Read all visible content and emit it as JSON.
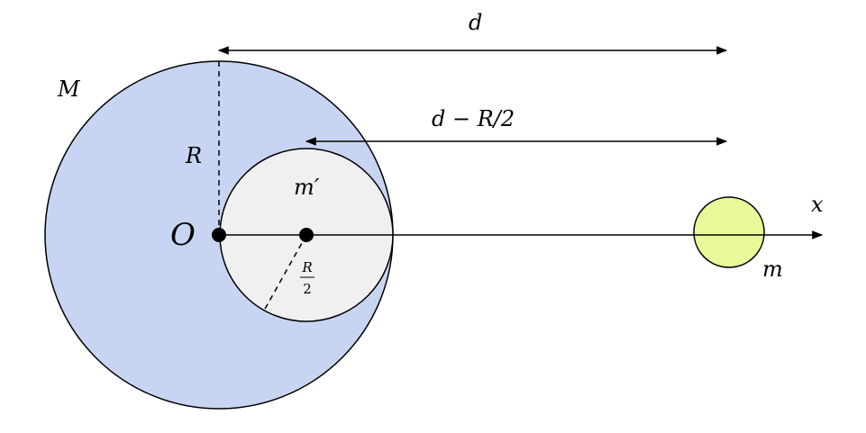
{
  "labels": {
    "big_mass": "M",
    "small_mass": "m",
    "cavity_mass": "m′",
    "origin": "O",
    "radius": "R",
    "half_radius_num": "R",
    "half_radius_den": "2",
    "axis": "x",
    "distance_d": "d",
    "distance_offset": "d − R/2"
  },
  "colors": {
    "big_sphere": "#c8d5f2",
    "cavity": "#f0f0f0",
    "small_sphere": "#e8f99a",
    "stroke": "#000000"
  }
}
